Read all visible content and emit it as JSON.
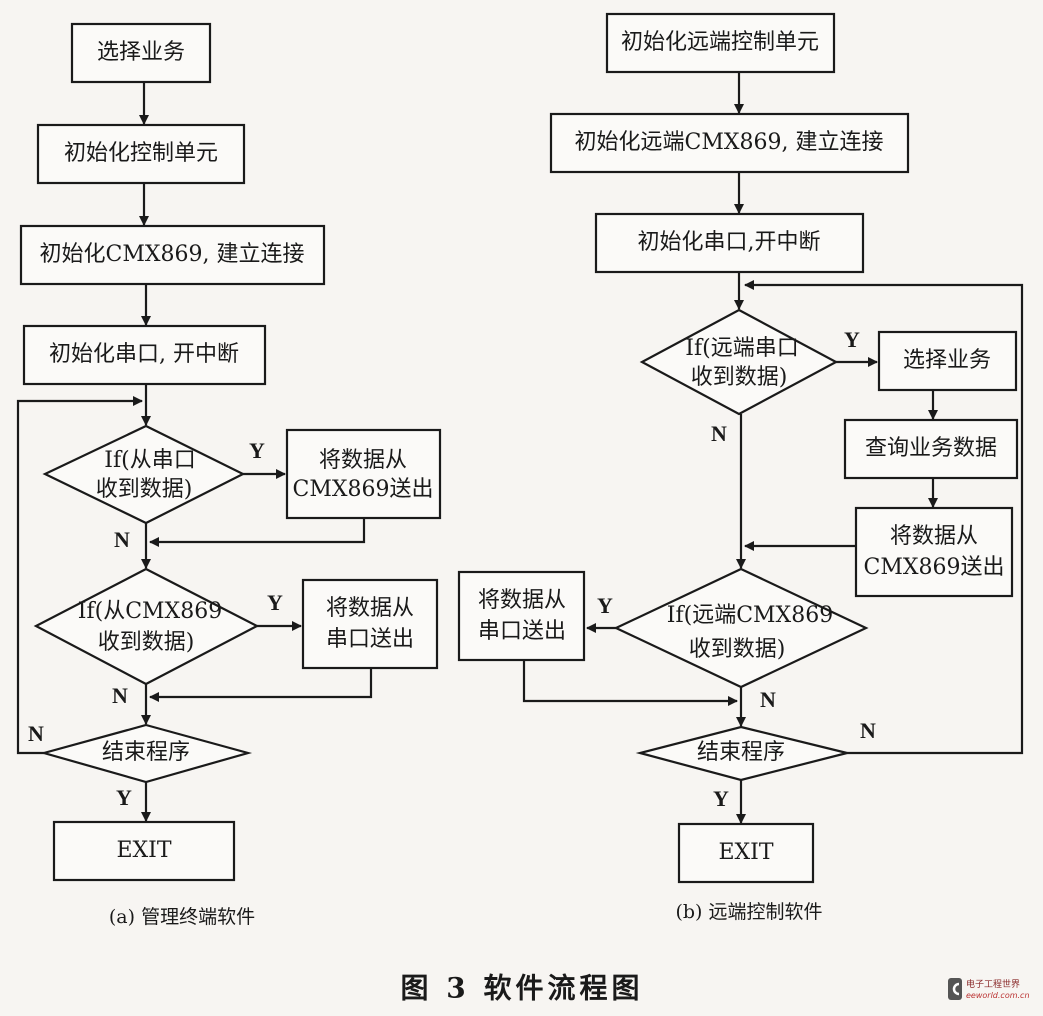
{
  "figure": {
    "title": "图 3   软件流程图",
    "watermark": {
      "line1": "电子工程世界",
      "line2": "eeworld.com.cn",
      "accent": "#c03030"
    }
  },
  "left": {
    "caption": "(a) 管理终端软件",
    "nodes": {
      "select": "选择业务",
      "init_ctrl": "初始化控制单元",
      "init_cmx": "初始化CMX869, 建立连接",
      "init_serial": "初始化串口, 开中断",
      "d1_l1": "If(从串口",
      "d1_l2": "收到数据)",
      "p1_l1": "将数据从",
      "p1_l2": "CMX869送出",
      "d2_l1": "If(从CMX869",
      "d2_l2": "收到数据)",
      "p2_l1": "将数据从",
      "p2_l2": "串口送出",
      "end": "结束程序",
      "exit": "EXIT"
    },
    "labels": {
      "y1": "Y",
      "n1": "N",
      "y2": "Y",
      "n2": "N",
      "n3": "N",
      "y3": "Y"
    }
  },
  "right": {
    "caption": "(b) 远端控制软件",
    "nodes": {
      "init_ctrl": "初始化远端控制单元",
      "init_cmx": "初始化远端CMX869, 建立连接",
      "init_serial": "初始化串口,开中断",
      "d1_l1": "If(远端串口",
      "d1_l2": "收到数据)",
      "select": "选择业务",
      "query": "查询业务数据",
      "p1_l1": "将数据从",
      "p1_l2": "CMX869送出",
      "d2_l1": "If(远端CMX869",
      "d2_l2": "收到数据)",
      "p2_l1": "将数据从",
      "p2_l2": "串口送出",
      "end": "结束程序",
      "exit": "EXIT"
    },
    "labels": {
      "y1": "Y",
      "n1": "N",
      "y2": "Y",
      "n2": "N",
      "n3": "N",
      "y3": "Y"
    }
  }
}
